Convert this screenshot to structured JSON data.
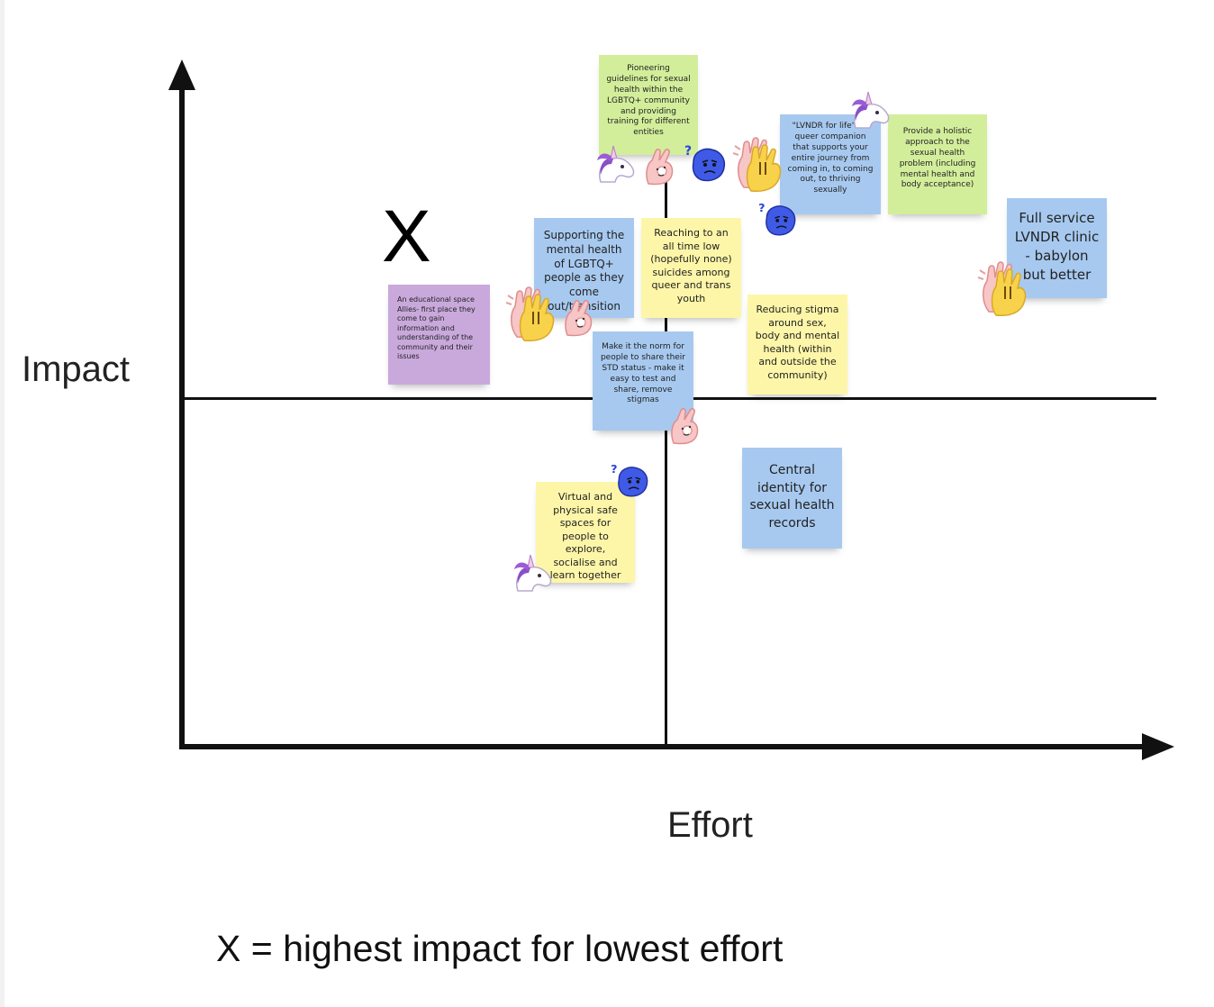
{
  "diagram": {
    "y_axis_label": "Impact",
    "x_axis_label": "Effort",
    "marker": "X",
    "caption": "X = highest impact for lowest effort"
  },
  "notes": [
    {
      "id": "pioneering",
      "text": "Pioneering guidelines for sexual health within the LGBTQ+ community and providing training for different entities",
      "color": "#d3ee9b"
    },
    {
      "id": "lvndr_for_life",
      "text": "\"LVNDR for life\" - a queer companion that supports your entire journey from coming in, to coming out, to thriving sexually",
      "color": "#a7c9f0"
    },
    {
      "id": "holistic",
      "text": "Provide a holistic approach to the sexual health problem (including mental health and body acceptance)",
      "color": "#d3ee9b"
    },
    {
      "id": "full_service",
      "text": "Full service LVNDR clinic - babylon but better",
      "color": "#a7c9f0"
    },
    {
      "id": "supporting_mental_health",
      "text": "Supporting the mental health of LGBTQ+ people as they come out/transition",
      "color": "#a7c9f0"
    },
    {
      "id": "reaching_low",
      "text": "Reaching  to an all time low (hopefully none) suicides among queer and trans youth",
      "color": "#fdf6a8"
    },
    {
      "id": "educational_space",
      "text": "An educational space Allies- first place they come to  gain information and understanding of the community and their issues",
      "color": "#c9a9dc"
    },
    {
      "id": "reducing_stigma",
      "text": "Reducing stigma around sex, body and mental health (within and outside the community)",
      "color": "#fdf6a8"
    },
    {
      "id": "std_norm",
      "text": "Make it the norm for people to share their STD status - make it easy to test and share, remove stigmas",
      "color": "#a7c9f0"
    },
    {
      "id": "central_identity",
      "text": "Central identity for sexual health records",
      "color": "#a7c9f0"
    },
    {
      "id": "safe_spaces",
      "text": "Virtual and physical safe spaces for people to explore, socialise and learn together",
      "color": "#fdf6a8"
    }
  ],
  "stickers": [
    "unicorn-icon",
    "ok-hand-icon",
    "confused-face-icon",
    "waving-hand-icon"
  ]
}
